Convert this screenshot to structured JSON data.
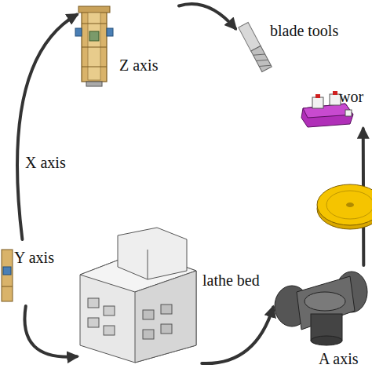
{
  "diagram": {
    "nodes": [
      {
        "text": [
          "Z axis"
        ]
      },
      {
        "text": [
          "blade tools"
        ]
      },
      {
        "text": [
          "wor"
        ]
      },
      {
        "text": [
          "Y axis"
        ]
      },
      {
        "text": [
          "lathe bed"
        ]
      },
      {
        "text": [
          "A axis"
        ]
      }
    ],
    "edges": [
      {
        "from": 3,
        "to": 0,
        "arrow": "to"
      },
      {
        "from": 0,
        "to": 1,
        "arrow": "to"
      },
      {
        "from": 3,
        "to": 4,
        "arrow": "to"
      },
      {
        "from": 4,
        "to": 5,
        "arrow": "to"
      },
      {
        "from": 5,
        "to": 2,
        "arrow": "to"
      }
    ],
    "labels": [
      "X axis"
    ]
  }
}
